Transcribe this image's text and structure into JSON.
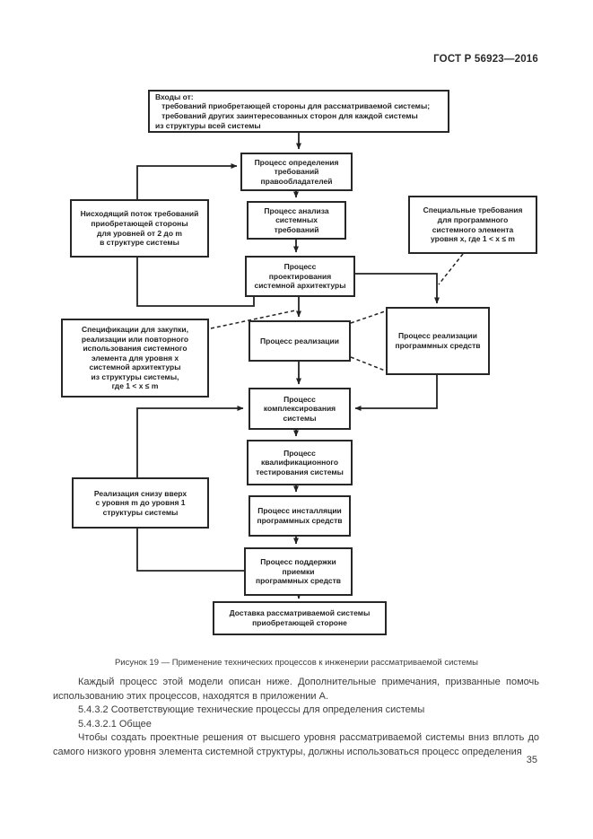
{
  "header": {
    "title": "ГОСТ Р 56923—2016"
  },
  "figure": {
    "caption": "Рисунок 19 — Применение технических процессов к инженерии рассматриваемой системы",
    "boxes": {
      "inputs": {
        "text": "Входы от:\n   требований приобретающей стороны для рассматриваемой системы;\n   требований других заинтересованных сторон для каждой системы\nиз структуры всей системы"
      },
      "stakeholder": {
        "text": "Процесс определения\nтребований\nправообладателей"
      },
      "sysreq": {
        "text": "Процесс анализа\nсистемных\nтребований"
      },
      "arch": {
        "text": "Процесс\nпроектирования\nсистемной архитектуры"
      },
      "impl": {
        "text": "Процесс реализации"
      },
      "swimpl": {
        "text": "Процесс реализации\nпрограммных средств"
      },
      "integr": {
        "text": "Процесс\nкомплексирования\nсистемы"
      },
      "qual": {
        "text": "Процесс\nквалификационного\nтестирования системы"
      },
      "install": {
        "text": "Процесс инсталляции\nпрограммных средств"
      },
      "accept": {
        "text": "Процесс поддержки\nприемки\nпрограммных средств"
      },
      "delivery": {
        "text": "Доставка рассматриваемой системы\nприобретающей стороне"
      },
      "note_downflow": {
        "text": "Нисходящий поток требований\nприобретающей стороны\nдля уровней от 2 до m\nв структуре системы"
      },
      "note_special": {
        "text": "Специальные требования\nдля программного\nсистемного элемента\nуровня x, где 1 < x ≤ m"
      },
      "note_spec": {
        "text": "Спецификации для закупки,\nреализации или повторного\nиспользования системного\nэлемента для уровня x\nсистемной архитектуры\nиз структуры системы,\nгде 1 < x ≤ m"
      },
      "note_bottomup": {
        "text": "Реализация снизу вверх\nс уровня m до уровня 1\nструктуры системы"
      }
    }
  },
  "body": {
    "paragraph_1": "Каждый процесс этой модели описан ниже. Дополнительные примечания, призванные помочь использованию этих процессов, находятся в приложении А.",
    "heading_1": "5.4.3.2 Соответствующие технические процессы для определения системы",
    "heading_2": "5.4.3.2.1 Общее",
    "paragraph_2": "Чтобы создать проектные решения от высшего уровня рассматриваемой системы вниз вплоть до самого низкого уровня элемента системной структуры, должны использоваться процесс определения"
  },
  "footer": {
    "page_number": "35"
  }
}
